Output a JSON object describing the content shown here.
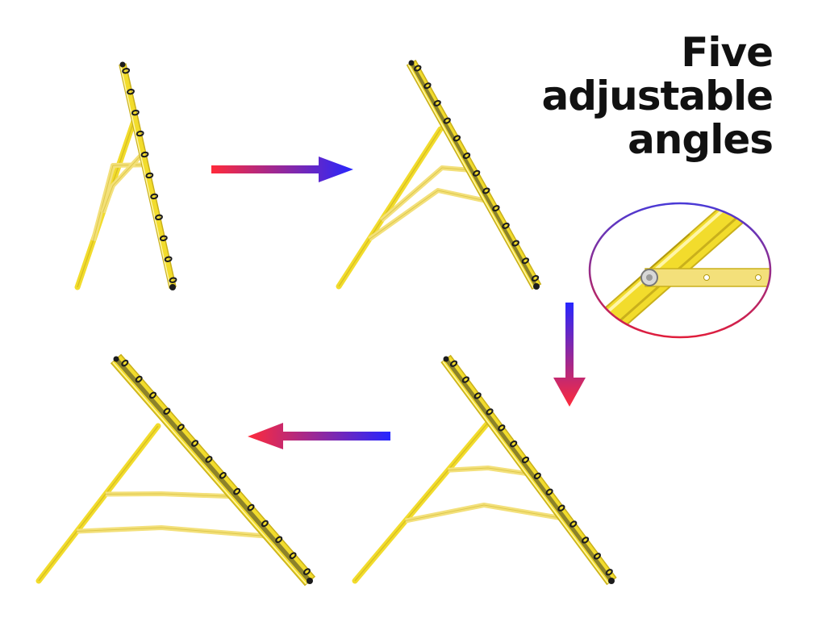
{
  "headline": {
    "line1": "Five",
    "line2": "adjustable",
    "line3": "angles"
  },
  "colors": {
    "frame_yellow": "#f2dc2c",
    "frame_yellow_dark": "#c9b01c",
    "brace_pale": "#f3e07a",
    "bungee": "#1c1c1c",
    "arrow_red": "#ff2a3a",
    "arrow_blue": "#2626ff",
    "text": "#111111"
  },
  "figures": [
    {
      "name": "angle-position-1",
      "step": 1
    },
    {
      "name": "angle-position-2",
      "step": 2
    },
    {
      "name": "angle-position-3",
      "step": 3
    },
    {
      "name": "angle-position-4",
      "step": 4
    }
  ],
  "icons": {
    "arrow_right": "arrow-right-icon",
    "arrow_down": "arrow-down-icon",
    "arrow_left": "arrow-left-icon",
    "zoom_detail": "hinge-detail-magnifier"
  }
}
